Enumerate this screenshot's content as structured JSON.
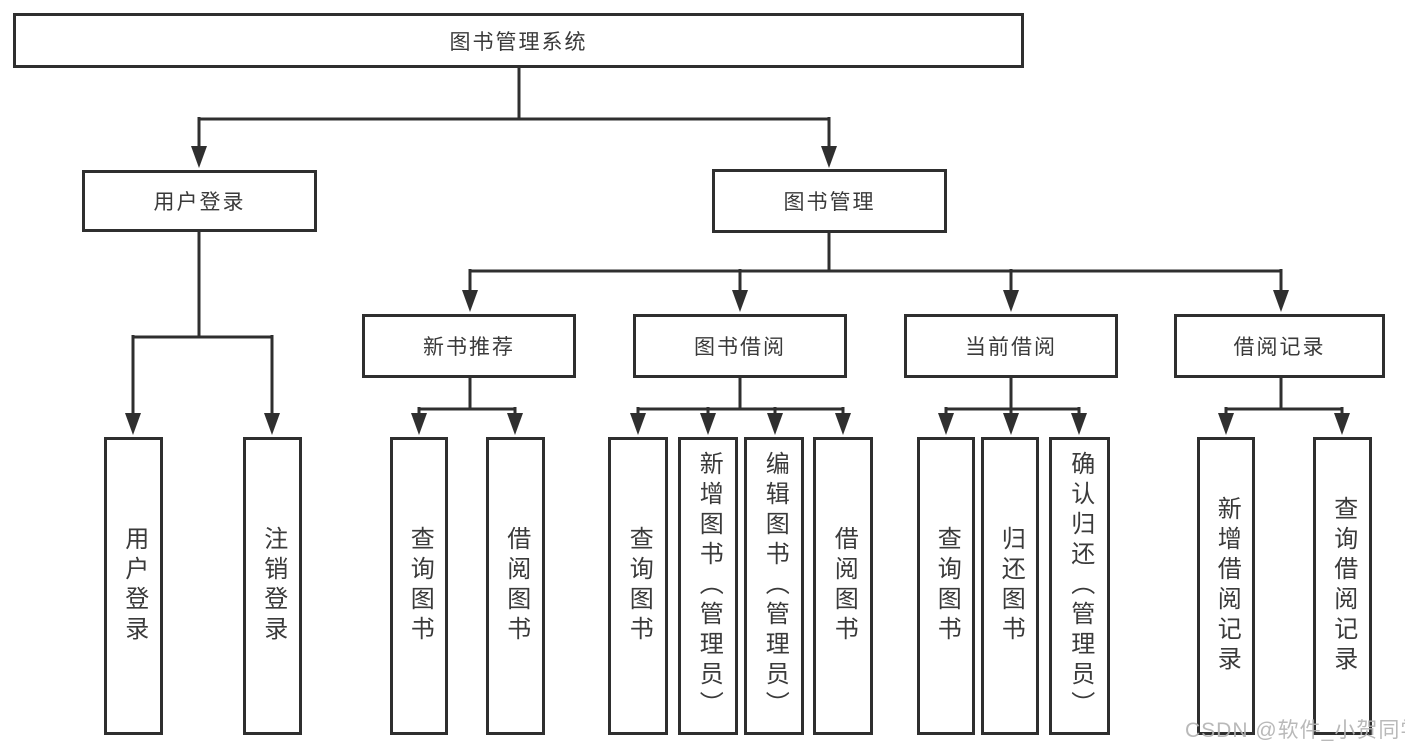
{
  "tree": {
    "label": "图书管理系统",
    "children": [
      {
        "label": "用户登录",
        "children": [
          {
            "label": "用户登录"
          },
          {
            "label": "注销登录"
          }
        ]
      },
      {
        "label": "图书管理",
        "children": [
          {
            "label": "新书推荐",
            "children": [
              {
                "label": "查询图书"
              },
              {
                "label": "借阅图书"
              }
            ]
          },
          {
            "label": "图书借阅",
            "children": [
              {
                "label": "查询图书"
              },
              {
                "label": "新增图书（管理员）"
              },
              {
                "label": "编辑图书（管理员）"
              },
              {
                "label": "借阅图书"
              }
            ]
          },
          {
            "label": "当前借阅",
            "children": [
              {
                "label": "查询图书"
              },
              {
                "label": "归还图书"
              },
              {
                "label": "确认归还（管理员）"
              }
            ]
          },
          {
            "label": "借阅记录",
            "children": [
              {
                "label": "新增借阅记录"
              },
              {
                "label": "查询借阅记录"
              }
            ]
          }
        ]
      }
    ]
  },
  "watermark": {
    "text": "CSDN @软件_小贺同学"
  },
  "colors": {
    "line": "#2f2f2f",
    "text": "#3a3a3a",
    "watermark": "#b4b4b4",
    "background": "#ffffff"
  }
}
